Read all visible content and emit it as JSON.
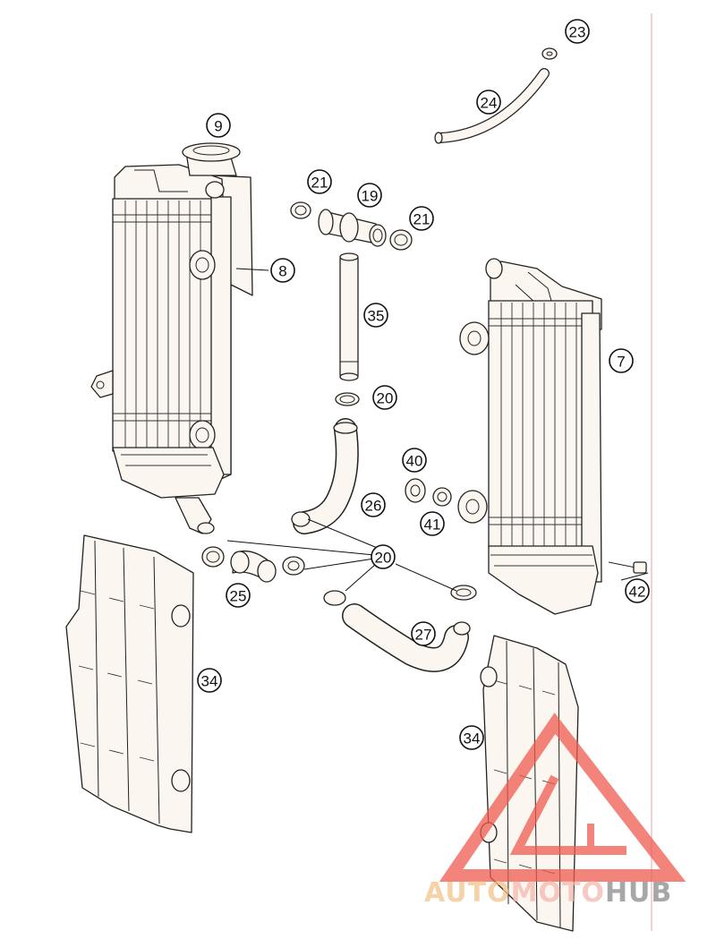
{
  "diagram": {
    "callouts": [
      {
        "id": "c9",
        "label": "9"
      },
      {
        "id": "c8",
        "label": "8"
      },
      {
        "id": "c23",
        "label": "23"
      },
      {
        "id": "c24",
        "label": "24"
      },
      {
        "id": "c21a",
        "label": "21"
      },
      {
        "id": "c19",
        "label": "19"
      },
      {
        "id": "c21b",
        "label": "21"
      },
      {
        "id": "c35",
        "label": "35"
      },
      {
        "id": "c20a",
        "label": "20"
      },
      {
        "id": "c7",
        "label": "7"
      },
      {
        "id": "c40",
        "label": "40"
      },
      {
        "id": "c26",
        "label": "26"
      },
      {
        "id": "c41",
        "label": "41"
      },
      {
        "id": "c20b",
        "label": "20"
      },
      {
        "id": "c25",
        "label": "25"
      },
      {
        "id": "c42",
        "label": "42"
      },
      {
        "id": "c27",
        "label": "27"
      },
      {
        "id": "c34a",
        "label": "34"
      },
      {
        "id": "c34b",
        "label": "34"
      }
    ],
    "watermark": {
      "part1": "AUTO",
      "part2": "MOTO",
      "part3": "HUB",
      "colors": {
        "auto": "#f2c48a",
        "moto": "#f6b7ae",
        "hub": "#8a8a8a",
        "triangle": "#ef5b50"
      }
    }
  }
}
